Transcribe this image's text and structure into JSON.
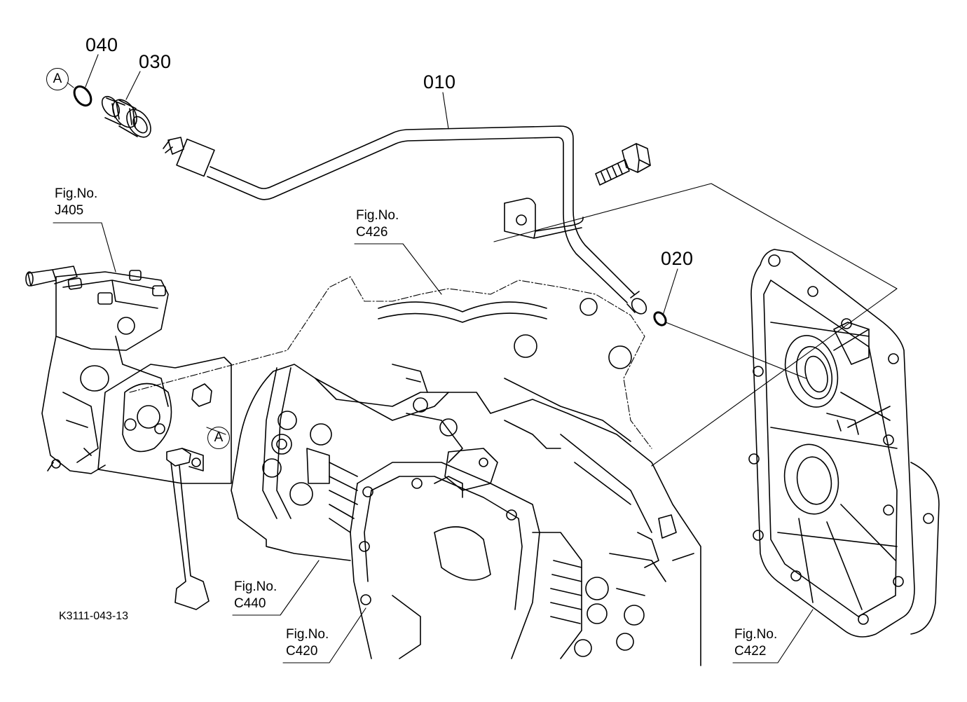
{
  "diagram_code": "K3111-043-13",
  "parts": {
    "p010": "010",
    "p020": "020",
    "p030": "030",
    "p040": "040"
  },
  "markers": {
    "a_top": "A",
    "a_mid": "A"
  },
  "figure_refs": {
    "j405": {
      "line1": "Fig.No.",
      "line2": "J405"
    },
    "c426": {
      "line1": "Fig.No.",
      "line2": "C426"
    },
    "c440": {
      "line1": "Fig.No.",
      "line2": "C440"
    },
    "c420": {
      "line1": "Fig.No.",
      "line2": "C420"
    },
    "c422": {
      "line1": "Fig.No.",
      "line2": "C422"
    }
  }
}
